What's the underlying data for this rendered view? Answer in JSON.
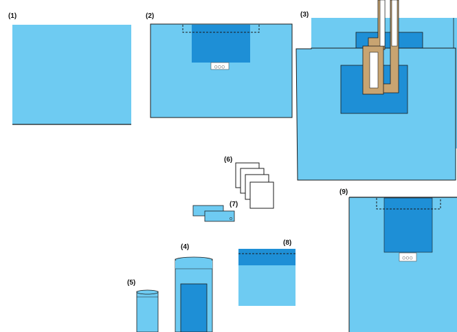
{
  "diagram": {
    "colors": {
      "light_drape": "#6ecbf2",
      "dark_panel": "#1e8fd6",
      "tube": "#c8a471",
      "outline": "#1a1a1a",
      "white": "#ffffff"
    },
    "items": [
      {
        "id": "1",
        "label": "(1)"
      },
      {
        "id": "2",
        "label": "(2)",
        "ring_marks": "○○○"
      },
      {
        "id": "3",
        "label": "(3)"
      },
      {
        "id": "4",
        "label": "(4)"
      },
      {
        "id": "5",
        "label": "(5)"
      },
      {
        "id": "6",
        "label": "(6)"
      },
      {
        "id": "7",
        "label": "(7)"
      },
      {
        "id": "8",
        "label": "(8)"
      },
      {
        "id": "9",
        "label": "(9)",
        "ring_marks": "○○○"
      }
    ]
  }
}
